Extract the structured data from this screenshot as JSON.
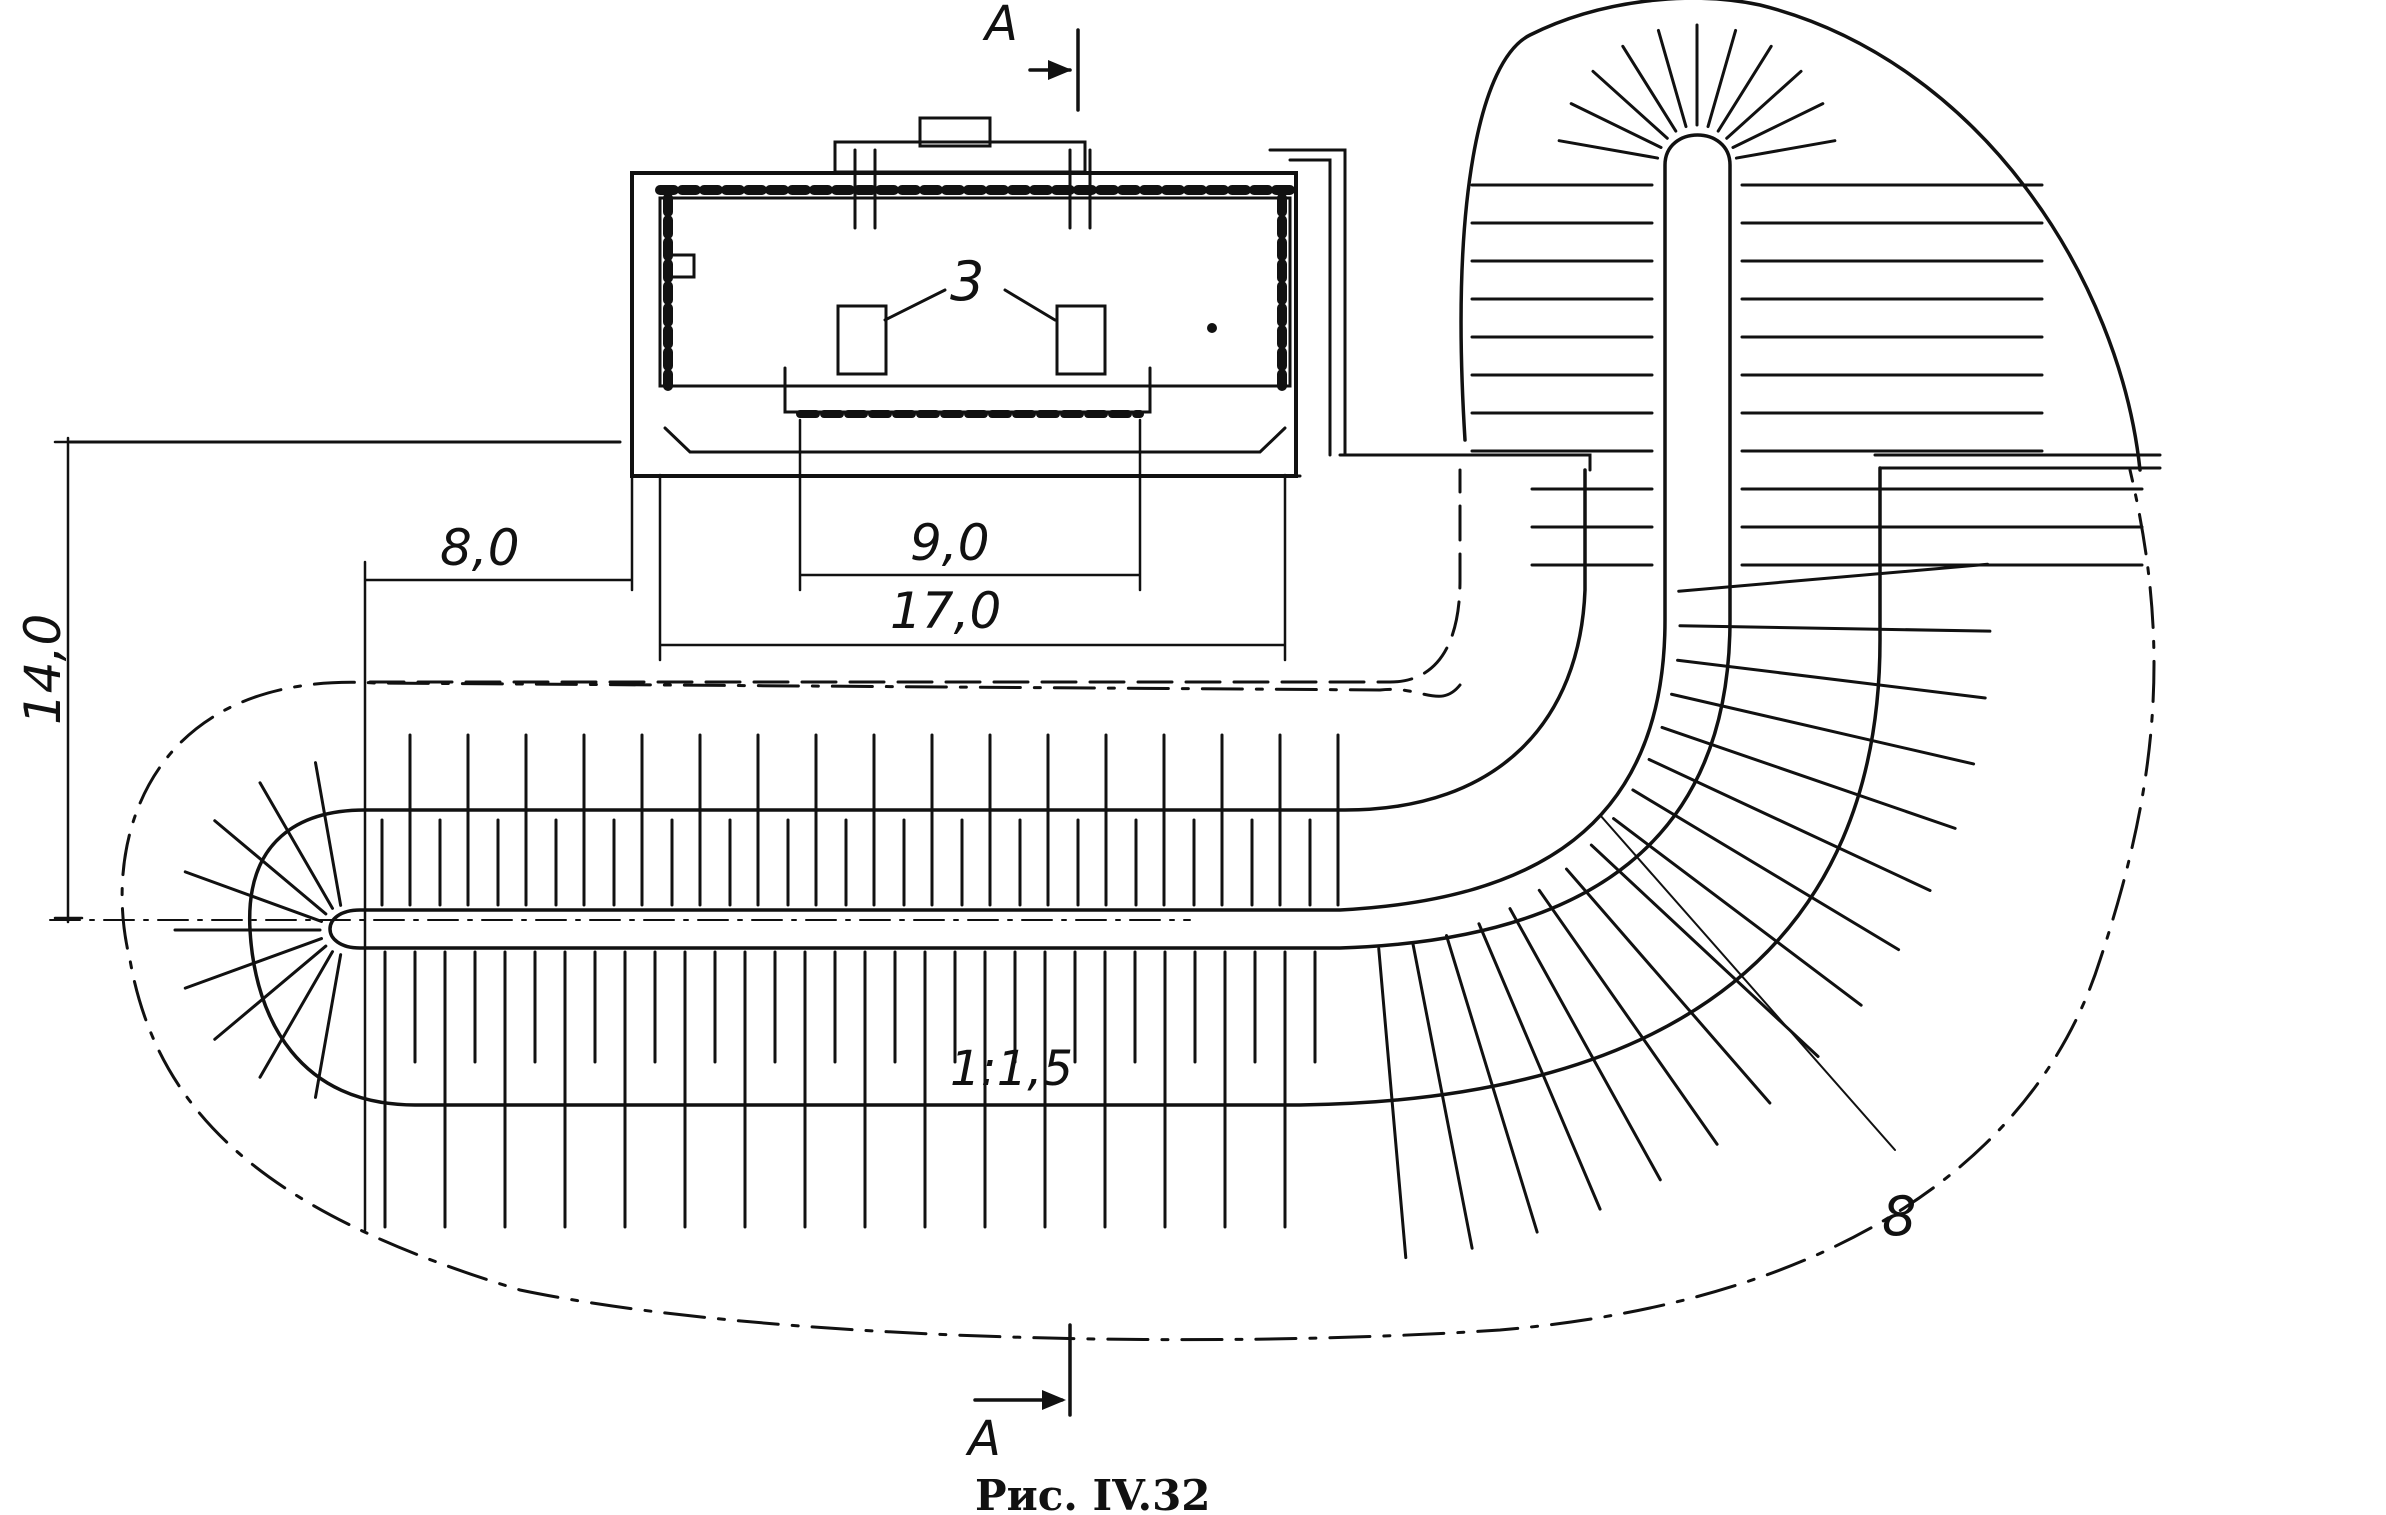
{
  "figure": {
    "caption": "Рис. IV.32",
    "section_marker": "A",
    "dimensions": {
      "d_8": "8,0",
      "d_9": "9,0",
      "d_17": "17,0",
      "d_14": "14,0"
    },
    "slope_label": "1:1,5",
    "callout_3": "3",
    "callout_8": "8"
  },
  "colors": {
    "ink": "#111111",
    "paper": "#ffffff"
  }
}
